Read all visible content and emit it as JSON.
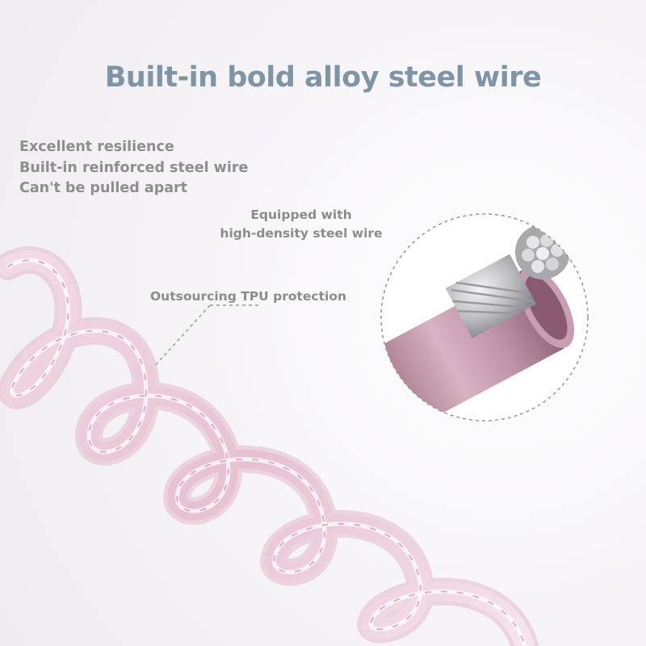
{
  "title": "Built-in bold alloy steel wire",
  "features": [
    "Excellent resilience",
    "Built-in reinforced steel wire",
    "Can't be pulled apart"
  ],
  "callouts": {
    "wire_line1": "Equipped with",
    "wire_line2": "high-density steel wire",
    "tpu": "Outsourcing TPU protection"
  },
  "colors": {
    "title": "#7f95a5",
    "text": "#8f8d91",
    "cable_pink": "#e8c6d6",
    "sheath": "#b48a9c",
    "steel": "#c9c9cb"
  }
}
